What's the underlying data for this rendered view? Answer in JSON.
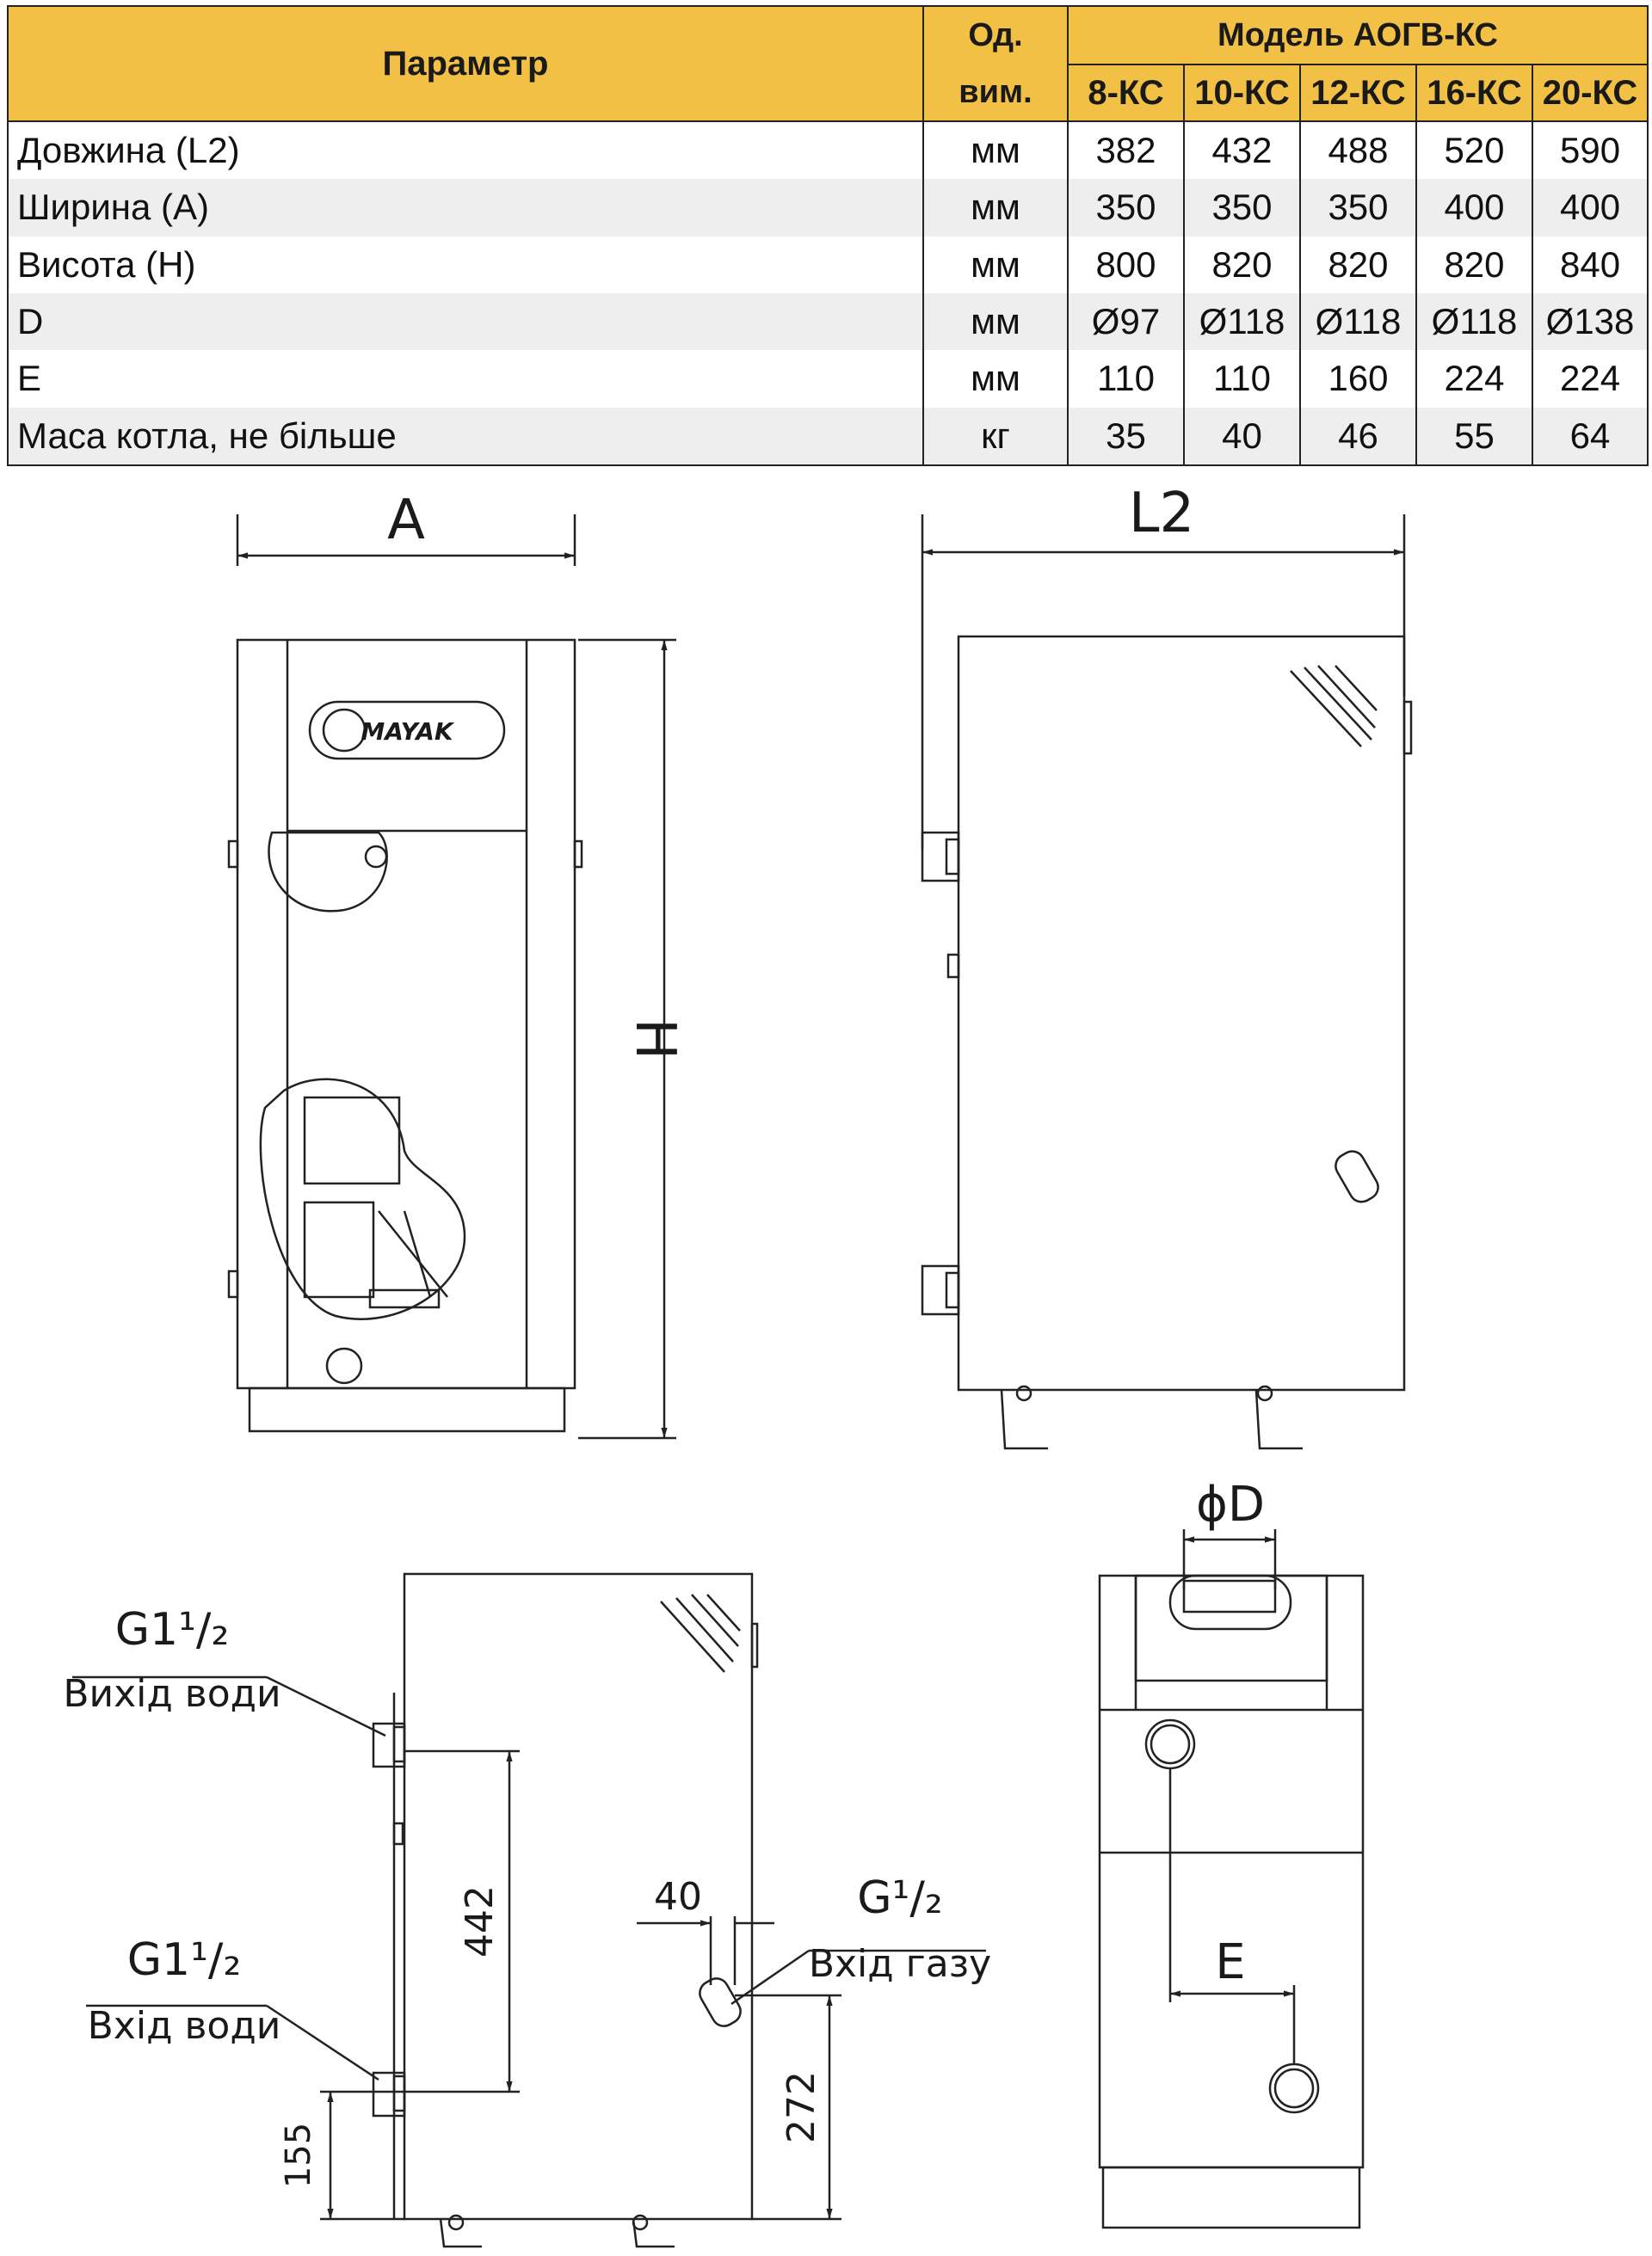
{
  "table": {
    "param_header": "Параметр",
    "unit_header_line1": "Од.",
    "unit_header_line2": "вим.",
    "model_group_header": "Модель АОГВ-КС",
    "models": [
      "8-КС",
      "10-КС",
      "12-КС",
      "16-КС",
      "20-КС"
    ],
    "rows": [
      {
        "name": "Довжина (L2)",
        "unit": "мм",
        "values": [
          "382",
          "432",
          "488",
          "520",
          "590"
        ]
      },
      {
        "name": "Ширина (A)",
        "unit": "мм",
        "values": [
          "350",
          "350",
          "350",
          "400",
          "400"
        ]
      },
      {
        "name": "Висота (H)",
        "unit": "мм",
        "values": [
          "800",
          "820",
          "820",
          "820",
          "840"
        ]
      },
      {
        "name": "D",
        "unit": "мм",
        "values": [
          "Ø97",
          "Ø118",
          "Ø118",
          "Ø118",
          "Ø138"
        ]
      },
      {
        "name": "E",
        "unit": "мм",
        "values": [
          "110",
          "110",
          "160",
          "224",
          "224"
        ]
      },
      {
        "name": "Маса котла, не більше",
        "unit": "кг",
        "values": [
          "35",
          "40",
          "46",
          "55",
          "64"
        ]
      }
    ]
  },
  "drawing": {
    "dim_width": "A",
    "dim_length": "L2",
    "dim_height": "H",
    "dim_flue_diameter": "ϕD",
    "dim_connection_spacing": "E",
    "brand_logo": "MAYAK",
    "water_outlet_thread": "G1¹/₂",
    "water_outlet_label": "Вихід води",
    "water_inlet_thread": "G1¹/₂",
    "water_inlet_label": "Вхід води",
    "gas_inlet_thread": "G¹/₂",
    "gas_inlet_label": "Вхід газу",
    "dim_water_spacing": "442",
    "dim_gas_offset": "40",
    "dim_gas_height": "272",
    "dim_inlet_height": "155"
  }
}
